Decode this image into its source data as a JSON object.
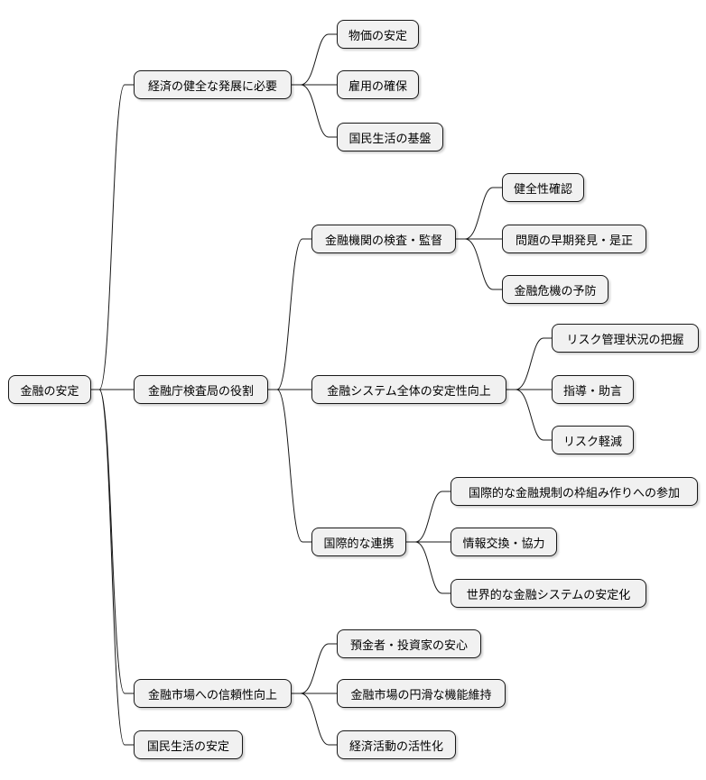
{
  "colors": {
    "node_fill": "#f1f1f1",
    "node_border": "#181818",
    "edge": "#181818"
  },
  "root": "金融の安定",
  "branches": [
    {
      "label": "経済の健全な発展に必要",
      "children": [
        "物価の安定",
        "雇用の確保",
        "国民生活の基盤"
      ]
    },
    {
      "label": "金融庁検査局の役割",
      "children": [
        {
          "label": "金融機関の検査・監督",
          "children": [
            "健全性確認",
            "問題の早期発見・是正",
            "金融危機の予防"
          ]
        },
        {
          "label": "金融システム全体の安定性向上",
          "children": [
            "リスク管理状況の把握",
            "指導・助言",
            "リスク軽減"
          ]
        },
        {
          "label": "国際的な連携",
          "children": [
            "国際的な金融規制の枠組み作りへの参加",
            "情報交換・協力",
            "世界的な金融システムの安定化"
          ]
        }
      ]
    },
    {
      "label": "金融市場への信頼性向上",
      "children": [
        "預金者・投資家の安心",
        "金融市場の円滑な機能維持",
        "経済活動の活性化"
      ]
    },
    {
      "label": "国民生活の安定",
      "children": []
    }
  ]
}
